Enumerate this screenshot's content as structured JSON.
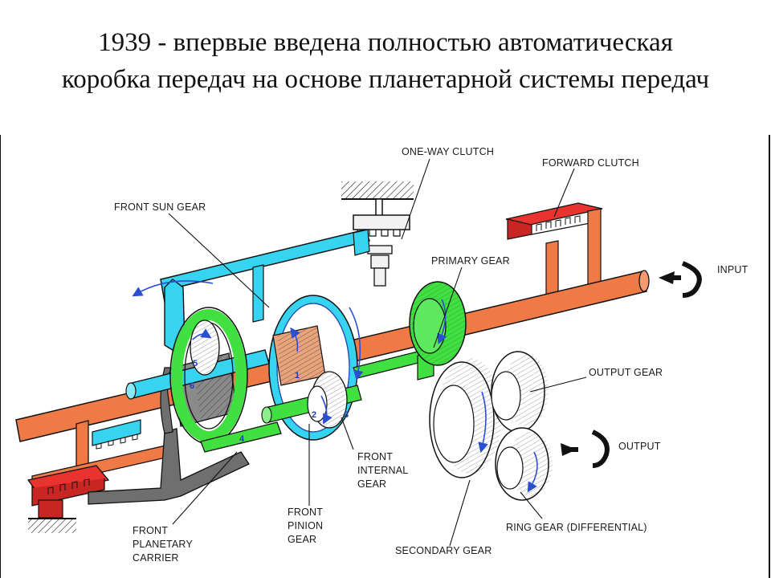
{
  "title": {
    "line1": "1939 - впервые введена полностью автоматическая",
    "line2": "коробка передач на основе планетарной системы передач"
  },
  "diagram": {
    "labels": {
      "one_way_clutch": "ONE-WAY CLUTCH",
      "forward_clutch": "FORWARD CLUTCH",
      "front_sun_gear": "FRONT SUN GEAR",
      "primary_gear": "PRIMARY GEAR",
      "input": "INPUT",
      "output_gear": "OUTPUT GEAR",
      "output": "OUTPUT",
      "front_internal_gear": [
        "FRONT",
        "INTERNAL",
        "GEAR"
      ],
      "front_pinion_gear": [
        "FRONT",
        "PINION",
        "GEAR"
      ],
      "front_planetary_carrier": [
        "FRONT",
        "PLANETARY",
        "CARRIER"
      ],
      "ring_gear": "RING GEAR (DIFFERENTIAL)",
      "secondary_gear": "SECONDARY GEAR"
    },
    "flow_numbers": [
      "1",
      "2",
      "3",
      "4",
      "5",
      "6"
    ],
    "colors": {
      "shaft": "#f07a45",
      "sun_gear": "#36d4f0",
      "internal_gear": "#3fe03f",
      "carrier": "#6f6f6f",
      "clutch": "#e8332e",
      "outline": "#1a1a1a",
      "flow_arrow": "#2a4fd0"
    }
  }
}
